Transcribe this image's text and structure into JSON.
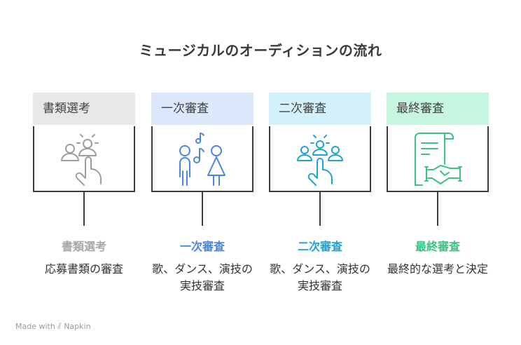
{
  "title": "ミュージカルのオーディションの流れ",
  "stages": [
    {
      "header": "書類選考",
      "header_bg": "#e8e8e8",
      "icon": "people-pointer-icon",
      "icon_color": "#9e9e9e",
      "label": "書類選考",
      "label_color": "#a8a8a8",
      "description": "応募書類の審査"
    },
    {
      "header": "一次審査",
      "header_bg": "#dbe7fb",
      "icon": "singers-music-notes-icon",
      "icon_color": "#4a86e0",
      "label": "一次審査",
      "label_color": "#4a86e0",
      "description": "歌、ダンス、演技の実技審査"
    },
    {
      "header": "二次審査",
      "header_bg": "#d2f1fa",
      "icon": "group-pointer-icon",
      "icon_color": "#1ea4d4",
      "label": "二次審査",
      "label_color": "#1ea4d4",
      "description": "歌、ダンス、演技の実技審査"
    },
    {
      "header": "最終審査",
      "header_bg": "#c6f6df",
      "icon": "contract-handshake-icon",
      "icon_color": "#3cc283",
      "label": "最終審査",
      "label_color": "#3cc283",
      "description": "最終的な選考と決定"
    }
  ],
  "footer": {
    "made_with": "Made with",
    "brand": "Napkin"
  }
}
